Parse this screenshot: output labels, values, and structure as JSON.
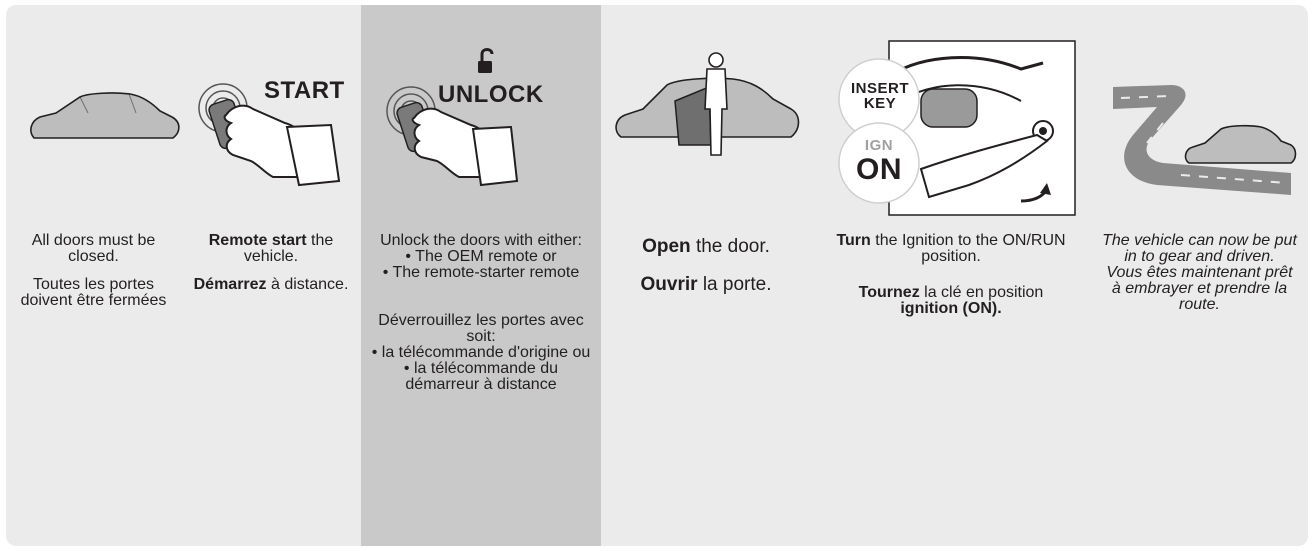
{
  "steps": [
    {
      "id": "doors-closed",
      "en": "All doors must be closed.",
      "fr": "Toutes les portes doivent être fermées"
    },
    {
      "id": "remote-start",
      "label": "START",
      "en_bold": "Remote start",
      "en_rest": "the vehicle.",
      "fr_bold": "Démarrez",
      "fr_rest": "à distance."
    },
    {
      "id": "unlock",
      "label": "UNLOCK",
      "en_intro": "Unlock the doors with either:",
      "en_opt1": "• The OEM remote or",
      "en_opt2": "• The remote-starter remote",
      "fr_intro": "Déverrouillez les portes avec soit:",
      "fr_opt1": "• la télécommande d'origine ou",
      "fr_opt2": "• la télécommande du démarreur à distance"
    },
    {
      "id": "open-door",
      "en_bold": "Open",
      "en_rest": "the door.",
      "fr_bold": "Ouvrir",
      "fr_rest": "la porte."
    },
    {
      "id": "ignition",
      "insert_key": "INSERT KEY",
      "ign": "IGN",
      "on": "ON",
      "en_bold": "Turn",
      "en_rest": "the Ignition to the ON/RUN position.",
      "fr_bold": "Tournez",
      "fr_mid": "la clé en position",
      "fr_bold2": "ignition (ON)."
    },
    {
      "id": "drive",
      "en": "The vehicle can now be put in to gear and driven.",
      "fr": "Vous êtes maintenant prêt à embrayer et prendre la route."
    }
  ],
  "colors": {
    "panel": "#ebebeb",
    "highlight": "#c9c9c9",
    "car_fill": "#bdbdbd",
    "road": "#8a8a8a"
  }
}
